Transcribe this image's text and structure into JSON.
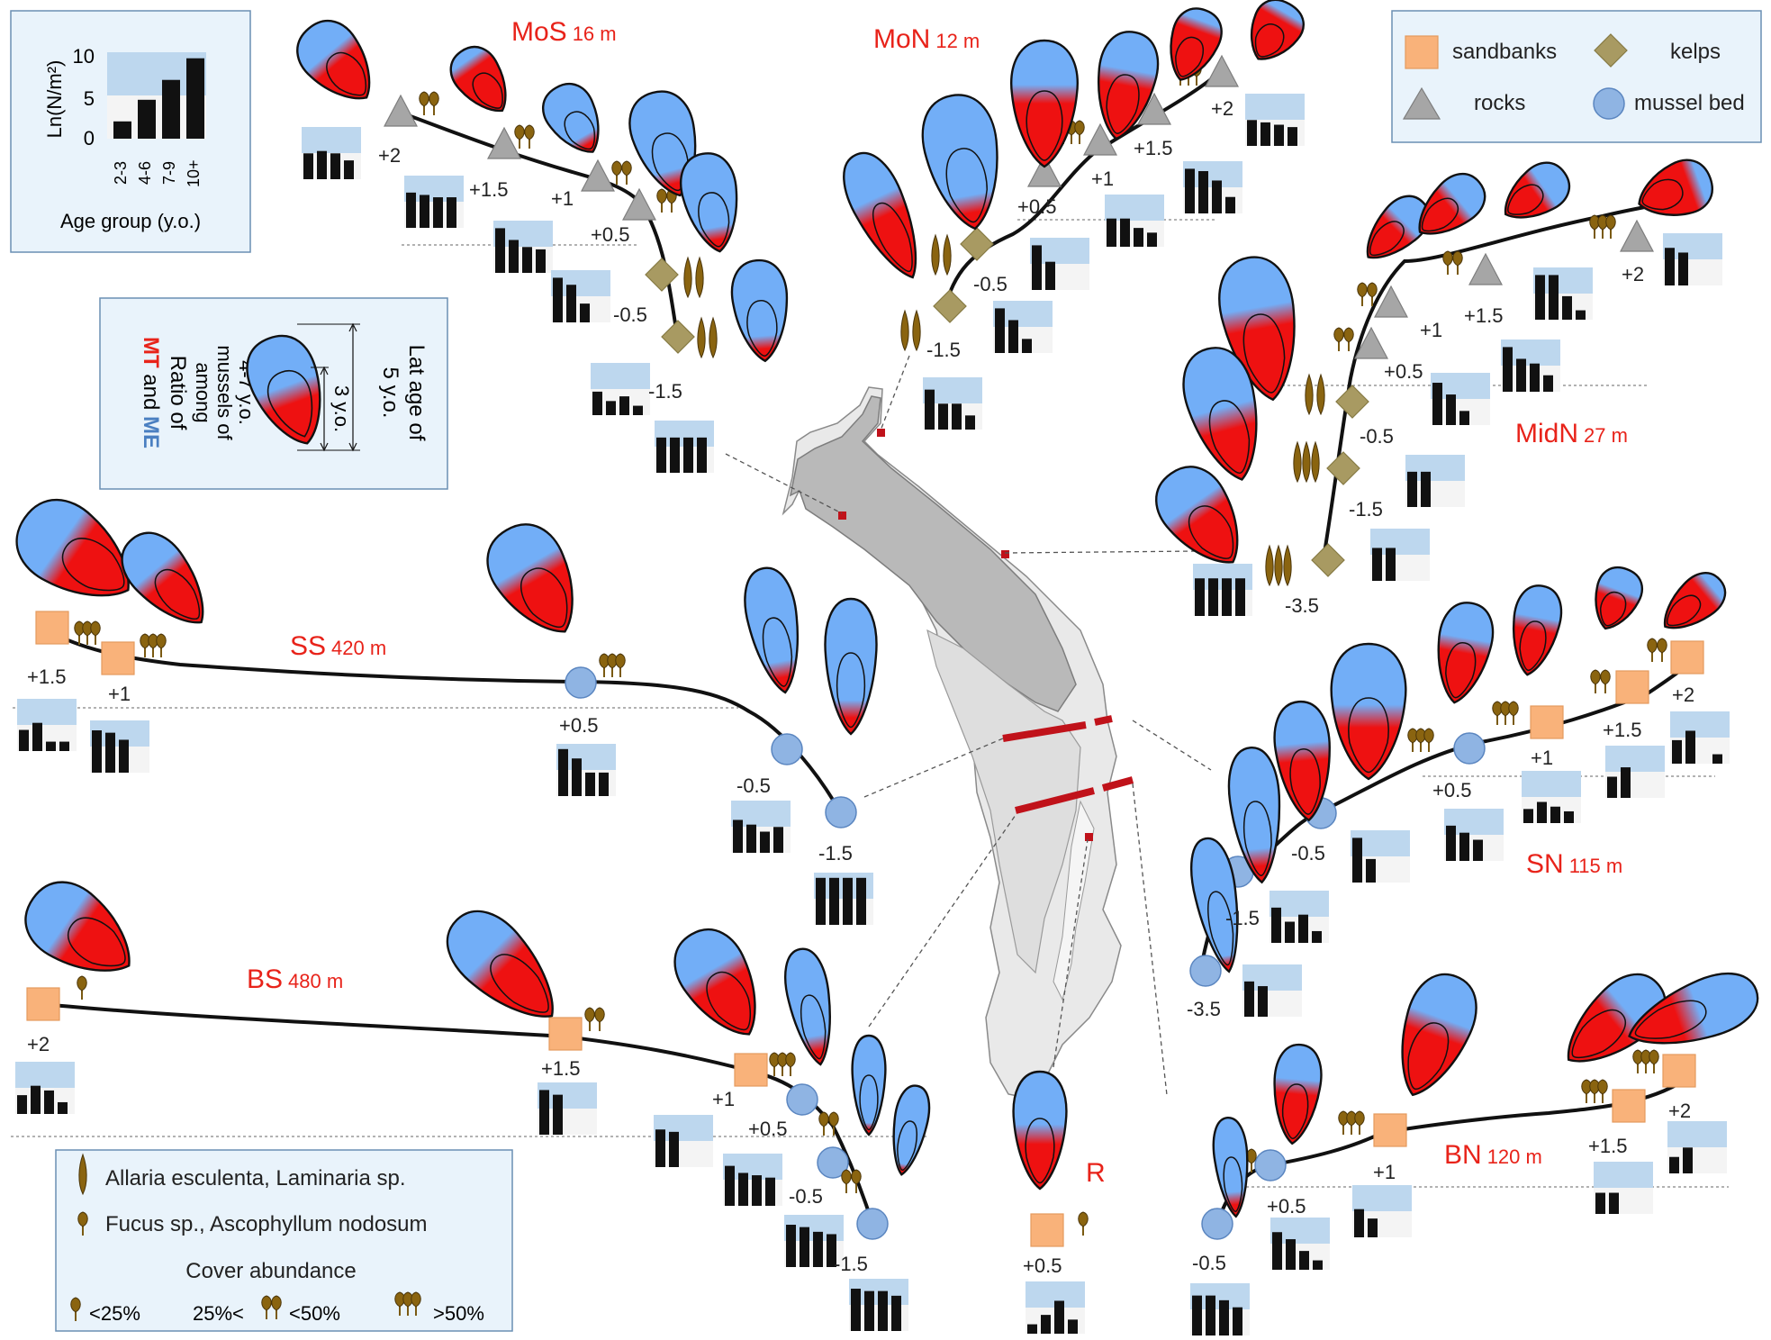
{
  "colors": {
    "mt_red": "#ee1111",
    "me_blue": "#72aef7",
    "sandbank": "#f9b27a",
    "rock": "#a6a6a6",
    "kelp": "#a89a62",
    "mussel_bed": "#8fb4e3",
    "panel_bg": "#e9f3fb",
    "bar_bg": "#bdd7ee",
    "algae": "#7a5a12",
    "site_label": "#e8231a",
    "map_dark": "#b9b9b9",
    "map_light": "#e8e8e8"
  },
  "top_left_legend": {
    "ylabel": "Ln(N/m²)",
    "yticks": [
      "10",
      "5",
      "0"
    ],
    "age_groups": [
      "2-3",
      "4-6",
      "7-9",
      "10+"
    ],
    "values": [
      2,
      4.5,
      6.8,
      9.3
    ],
    "xlabel": "Age group (y.o.)"
  },
  "ratio_legend": {
    "line1": "Ratio of",
    "mt": "MT",
    "and": " and ",
    "me": "ME",
    "line3": "among",
    "line4": "mussels of",
    "line5": "4-7 y.o.",
    "right1": "Lat age of",
    "right2": "5 y.o.",
    "inner": "3 y.o."
  },
  "substrate_legend": {
    "sandbanks": "sandbanks",
    "kelps": "kelps",
    "rocks": "rocks",
    "mussel_bed": "mussel bed"
  },
  "algae_legend": {
    "kelp_species": "Allaria esculenta, Laminaria sp.",
    "fucoid_species": "Fucus sp., Ascophyllum nodosum",
    "cover_title": "Cover abundance",
    "low": "<25%",
    "mid_a": "25%<",
    "mid_b": "<50%",
    "high": ">50%"
  },
  "sites": [
    {
      "id": "MoS",
      "name": "MoS",
      "dist": "16 m",
      "levels": [
        "+2",
        "+1.5",
        "+1",
        "+0.5",
        "-0.5",
        "-1.5"
      ]
    },
    {
      "id": "MoN",
      "name": "MoN",
      "dist": "12 m",
      "levels": [
        "-1.5",
        "-0.5",
        "+0.5",
        "+1",
        "+1.5",
        "+2"
      ]
    },
    {
      "id": "MidN",
      "name": "MidN",
      "dist": "27 m",
      "levels": [
        "-3.5",
        "-1.5",
        "-0.5",
        "+0.5",
        "+1",
        "+1.5",
        "+2"
      ]
    },
    {
      "id": "SS",
      "name": "SS",
      "dist": "420 m",
      "levels": [
        "+1.5",
        "+1",
        "+0.5",
        "-0.5",
        "-1.5"
      ]
    },
    {
      "id": "SN",
      "name": "SN",
      "dist": "115 m",
      "levels": [
        "-3.5",
        "-1.5",
        "-0.5",
        "+0.5",
        "+1",
        "+1.5",
        "+2"
      ]
    },
    {
      "id": "BS",
      "name": "BS",
      "dist": "480 m",
      "levels": [
        "+2",
        "+1.5",
        "+1",
        "+0.5",
        "-0.5",
        "-1.5"
      ]
    },
    {
      "id": "R",
      "name": "R",
      "dist": "",
      "levels": [
        "+0.5"
      ]
    },
    {
      "id": "BN",
      "name": "BN",
      "dist": "120 m",
      "levels": [
        "-0.5",
        "+0.5",
        "+1",
        "+1.5",
        "+2"
      ]
    }
  ]
}
